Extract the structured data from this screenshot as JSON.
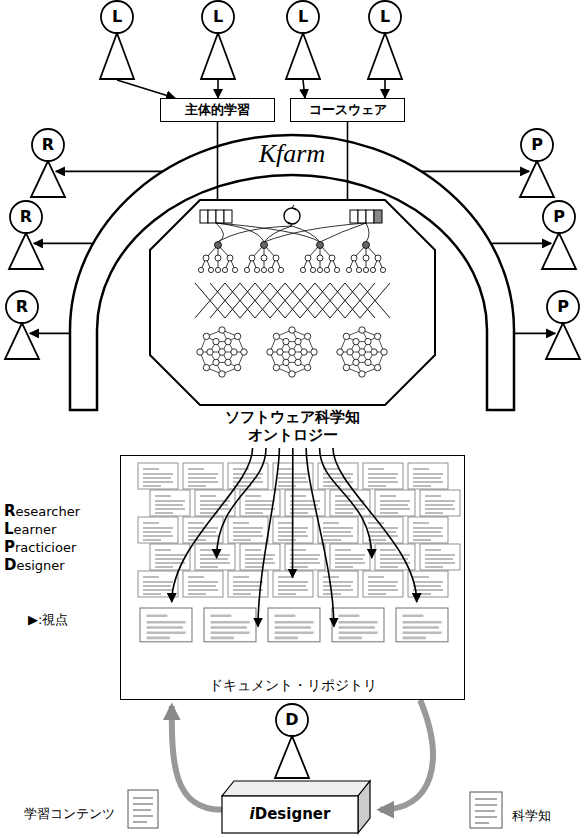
{
  "diagram": {
    "nodes": [
      {
        "text": [
          "L"
        ]
      },
      {
        "text": [
          "L"
        ]
      },
      {
        "text": [
          "L"
        ]
      },
      {
        "text": [
          "L"
        ]
      },
      {
        "text": [
          "主体的学習"
        ]
      },
      {
        "text": [
          "コースウェア"
        ]
      },
      {
        "text": [
          "Kfarm"
        ]
      },
      {
        "text": [
          "ソフトウェア科学知 オントロジー"
        ],
        "in": 6
      },
      {
        "text": [
          "R"
        ]
      },
      {
        "text": [
          "R"
        ]
      },
      {
        "text": [
          "R"
        ]
      },
      {
        "text": [
          "P"
        ]
      },
      {
        "text": [
          "P"
        ]
      },
      {
        "text": [
          "P"
        ]
      },
      {
        "text": [
          "ドキュメント・リポジトリ"
        ]
      },
      {
        "text": [
          "D"
        ]
      },
      {
        "text": [
          "iDesigner"
        ]
      }
    ],
    "edges": [
      {
        "from": 0,
        "to": 4,
        "arrow": "to"
      },
      {
        "from": 1,
        "to": 4,
        "arrow": "to"
      },
      {
        "from": 2,
        "to": 5,
        "arrow": "to"
      },
      {
        "from": 3,
        "to": 5,
        "arrow": "to"
      },
      {
        "from": 4,
        "to": 7,
        "arrow": "none"
      },
      {
        "from": 5,
        "to": 7,
        "arrow": "none"
      },
      {
        "from": 6,
        "to": 8,
        "arrow": "to"
      },
      {
        "from": 6,
        "to": 9,
        "arrow": "to"
      },
      {
        "from": 6,
        "to": 10,
        "arrow": "to"
      },
      {
        "from": 6,
        "to": 11,
        "arrow": "to"
      },
      {
        "from": 6,
        "to": 12,
        "arrow": "to"
      },
      {
        "from": 6,
        "to": 13,
        "arrow": "to"
      },
      {
        "from": 7,
        "to": 14,
        "arrow": "to"
      },
      {
        "from": 14,
        "to": 16,
        "arrow": "to"
      },
      {
        "from": 16,
        "to": 14,
        "arrow": "to"
      }
    ],
    "labels": [
      "Researcher",
      "Learner",
      "Practicioer",
      "Designer",
      "▶:視点",
      "学習コンテンツ",
      "科学知"
    ]
  }
}
